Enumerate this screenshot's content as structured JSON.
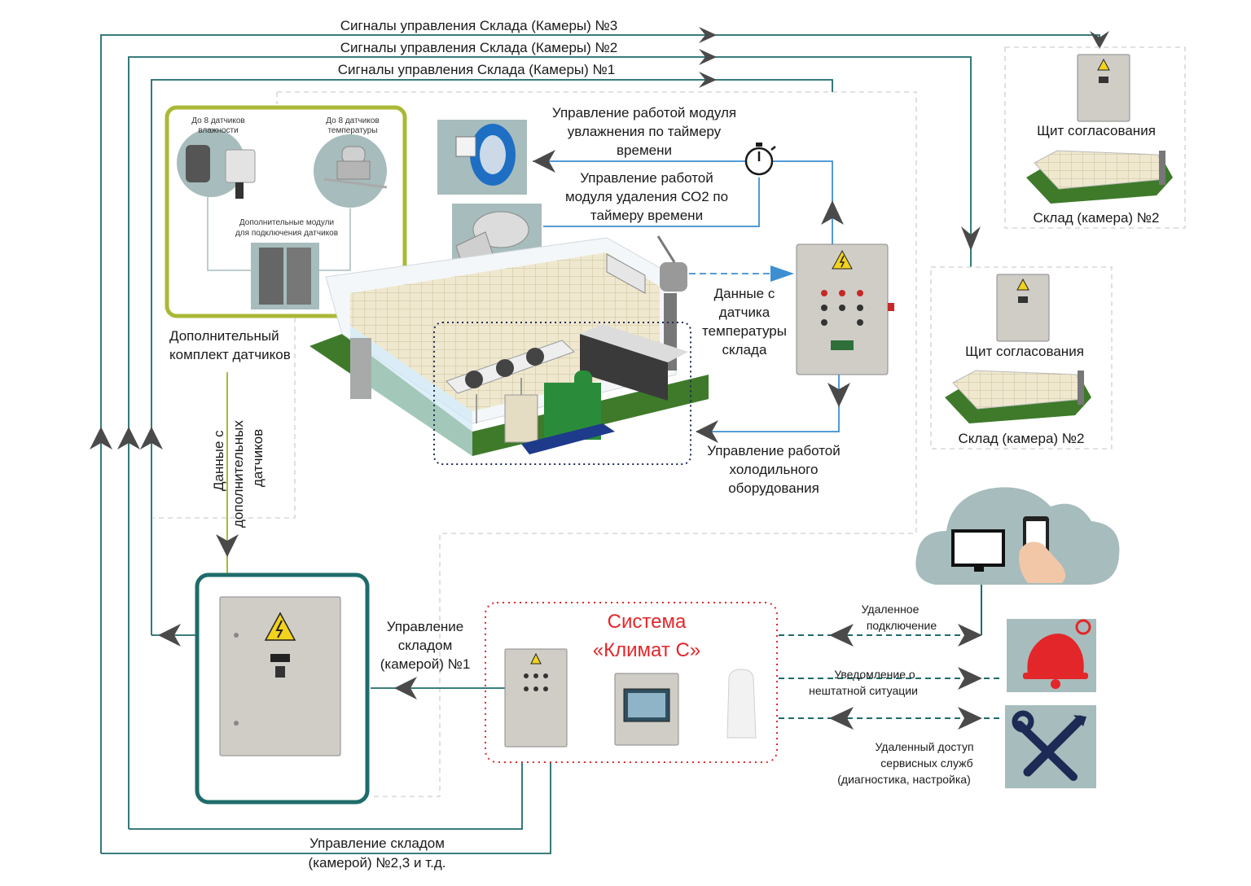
{
  "signals": {
    "line3": "Сигналы управления Склада (Камеры) №3",
    "line2": "Сигналы управления Склада (Камеры) №2",
    "line1": "Сигналы управления Склада (Камеры) №1"
  },
  "sensor_kit": {
    "humidity_l1": "До 8 датчиков",
    "humidity_l2": "влажности",
    "temp_l1": "До 8 датчиков",
    "temp_l2": "температуры",
    "modules_l1": "Дополнительные модули",
    "modules_l2": "для подключения датчиков",
    "caption_l1": "Дополнительный",
    "caption_l2": "комплект датчиков"
  },
  "humid_label": {
    "l1": "Управление работой модуля",
    "l2": "увлажнения по таймеру",
    "l3": "времени"
  },
  "co2_label": {
    "l1": "Управление работой",
    "l2": "модуля удаления СО2 по",
    "l3": "таймеру времени"
  },
  "temp_data_label": {
    "l1": "Данные с",
    "l2": "датчика",
    "l3": "температуры",
    "l4": "склада"
  },
  "cooling_label": {
    "l1": "Управление работой",
    "l2": "холодильного",
    "l3": "оборудования"
  },
  "extra_data_label": {
    "l1": "Данные с",
    "l2": "дополнительных",
    "l3": "датчиков"
  },
  "warehouse2_top": {
    "panel": "Щит согласования",
    "store": "Склад (камера) №2"
  },
  "warehouse2_mid": {
    "panel": "Щит согласования",
    "store": "Склад (камера) №2"
  },
  "control1_label": {
    "l1": "Управление",
    "l2": "складом",
    "l3": "(камерой) №1"
  },
  "system": {
    "l1": "Система",
    "l2": "«Климат С»"
  },
  "remote": {
    "connect_l1": "Удаленное",
    "connect_l2": "подключение",
    "alarm_l1": "Уведомление о",
    "alarm_l2": "нештатной ситуации",
    "service_l1": "Удаленный доступ",
    "service_l2": "сервисных служб",
    "service_l3": "(диагностика, настройка)"
  },
  "bottom_label": {
    "l1": "Управление складом",
    "l2": "(камерой) №2,3 и т.д."
  },
  "colors": {
    "teal": "#1f6b6b",
    "blue": "#3d8fd3",
    "olive": "#a9b936",
    "red": "#e3262a",
    "navy": "#1c2a55",
    "icon_bg": "#a7bcbc"
  },
  "icons": [
    "humidifier-icon",
    "co2-fan-icon",
    "timer-icon",
    "electric-panel-icon",
    "cloud-icon",
    "monitor-icon",
    "smartphone-icon",
    "alarm-bell-icon",
    "wrench-screwdriver-icon",
    "router-icon",
    "controller-icon"
  ]
}
